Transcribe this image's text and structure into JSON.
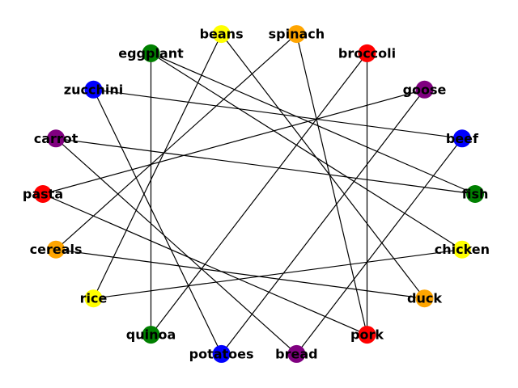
{
  "graph": {
    "nodes": [
      {
        "id": "beans",
        "label": "beans",
        "color": "#ffff00"
      },
      {
        "id": "spinach",
        "label": "spinach",
        "color": "#ffa500"
      },
      {
        "id": "broccoli",
        "label": "broccoli",
        "color": "#ff0000"
      },
      {
        "id": "goose",
        "label": "goose",
        "color": "#800080"
      },
      {
        "id": "beef",
        "label": "beef",
        "color": "#0000ff"
      },
      {
        "id": "fish",
        "label": "fish",
        "color": "#008000"
      },
      {
        "id": "chicken",
        "label": "chicken",
        "color": "#ffff00"
      },
      {
        "id": "duck",
        "label": "duck",
        "color": "#ffa500"
      },
      {
        "id": "pork",
        "label": "pork",
        "color": "#ff0000"
      },
      {
        "id": "bread",
        "label": "bread",
        "color": "#800080"
      },
      {
        "id": "potatoes",
        "label": "potatoes",
        "color": "#0000ff"
      },
      {
        "id": "quinoa",
        "label": "quinoa",
        "color": "#008000"
      },
      {
        "id": "rice",
        "label": "rice",
        "color": "#ffff00"
      },
      {
        "id": "cereals",
        "label": "cereals",
        "color": "#ffa500"
      },
      {
        "id": "pasta",
        "label": "pasta",
        "color": "#ff0000"
      },
      {
        "id": "carrot",
        "label": "carrot",
        "color": "#800080"
      },
      {
        "id": "zucchini",
        "label": "zucchini",
        "color": "#0000ff"
      },
      {
        "id": "eggplant",
        "label": "eggplant",
        "color": "#008000"
      }
    ],
    "edges": [
      [
        "beans",
        "rice"
      ],
      [
        "beans",
        "duck"
      ],
      [
        "spinach",
        "cereals"
      ],
      [
        "spinach",
        "pork"
      ],
      [
        "broccoli",
        "pork"
      ],
      [
        "goose",
        "pasta"
      ],
      [
        "goose",
        "potatoes"
      ],
      [
        "beef",
        "zucchini"
      ],
      [
        "fish",
        "eggplant"
      ],
      [
        "fish",
        "carrot"
      ],
      [
        "chicken",
        "eggplant"
      ],
      [
        "chicken",
        "rice"
      ],
      [
        "duck",
        "cereals"
      ],
      [
        "pork",
        "pasta"
      ],
      [
        "bread",
        "carrot"
      ],
      [
        "bread",
        "beef"
      ],
      [
        "potatoes",
        "zucchini"
      ],
      [
        "quinoa",
        "eggplant"
      ],
      [
        "quinoa",
        "broccoli"
      ]
    ]
  }
}
